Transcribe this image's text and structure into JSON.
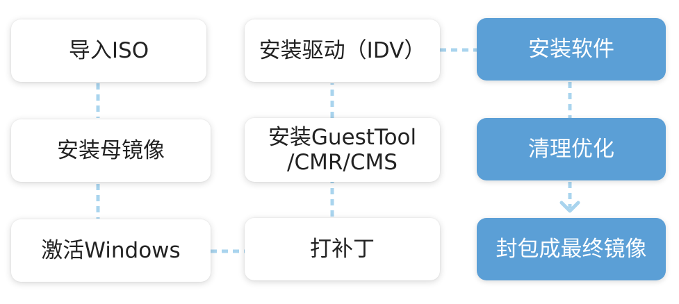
{
  "steps": {
    "import_iso": "导入ISO",
    "install_parent_image": "安装母镜像",
    "activate_windows": "激活Windows",
    "install_driver": "安装驱动（IDV）",
    "install_guesttool": "安装GuestTool\n/CMR/CMS",
    "patch": "打补丁",
    "install_software": "安装软件",
    "cleanup_optimize": "清理优化",
    "package_final_image": "封包成最终镜像"
  },
  "colors": {
    "highlight_box": "#5b9fd6",
    "connector": "#a9d4ee"
  }
}
